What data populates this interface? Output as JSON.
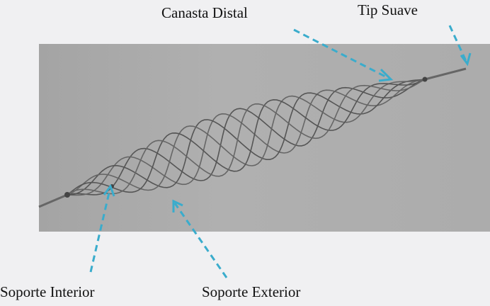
{
  "labels": {
    "distal_basket": "Canasta Distal",
    "soft_tip": "Tip Suave",
    "inner_support": "Soporte Interior",
    "outer_support": "Soporte Exterior"
  },
  "colors": {
    "arrow": "#3aaccc",
    "background": "#f0f0f2",
    "photo": "#aaaaaa",
    "wire": "#5a5a5a"
  }
}
